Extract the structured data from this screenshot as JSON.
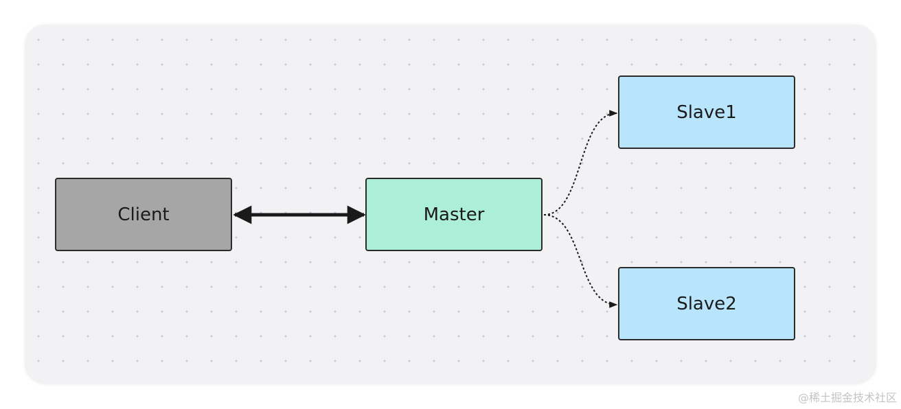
{
  "diagram": {
    "nodes": [
      {
        "id": "client",
        "label": "Client",
        "fill": "#a6a6a6"
      },
      {
        "id": "master",
        "label": "Master",
        "fill": "#adeed8"
      },
      {
        "id": "slave1",
        "label": "Slave1",
        "fill": "#b8e4fc"
      },
      {
        "id": "slave2",
        "label": "Slave2",
        "fill": "#b8e4fc"
      }
    ],
    "edges": [
      {
        "from": "client",
        "to": "master",
        "style": "solid",
        "direction": "both"
      },
      {
        "from": "master",
        "to": "slave1",
        "style": "dotted",
        "direction": "forward"
      },
      {
        "from": "master",
        "to": "slave2",
        "style": "dotted",
        "direction": "forward"
      }
    ]
  },
  "watermark": "@稀土掘金技术社区"
}
